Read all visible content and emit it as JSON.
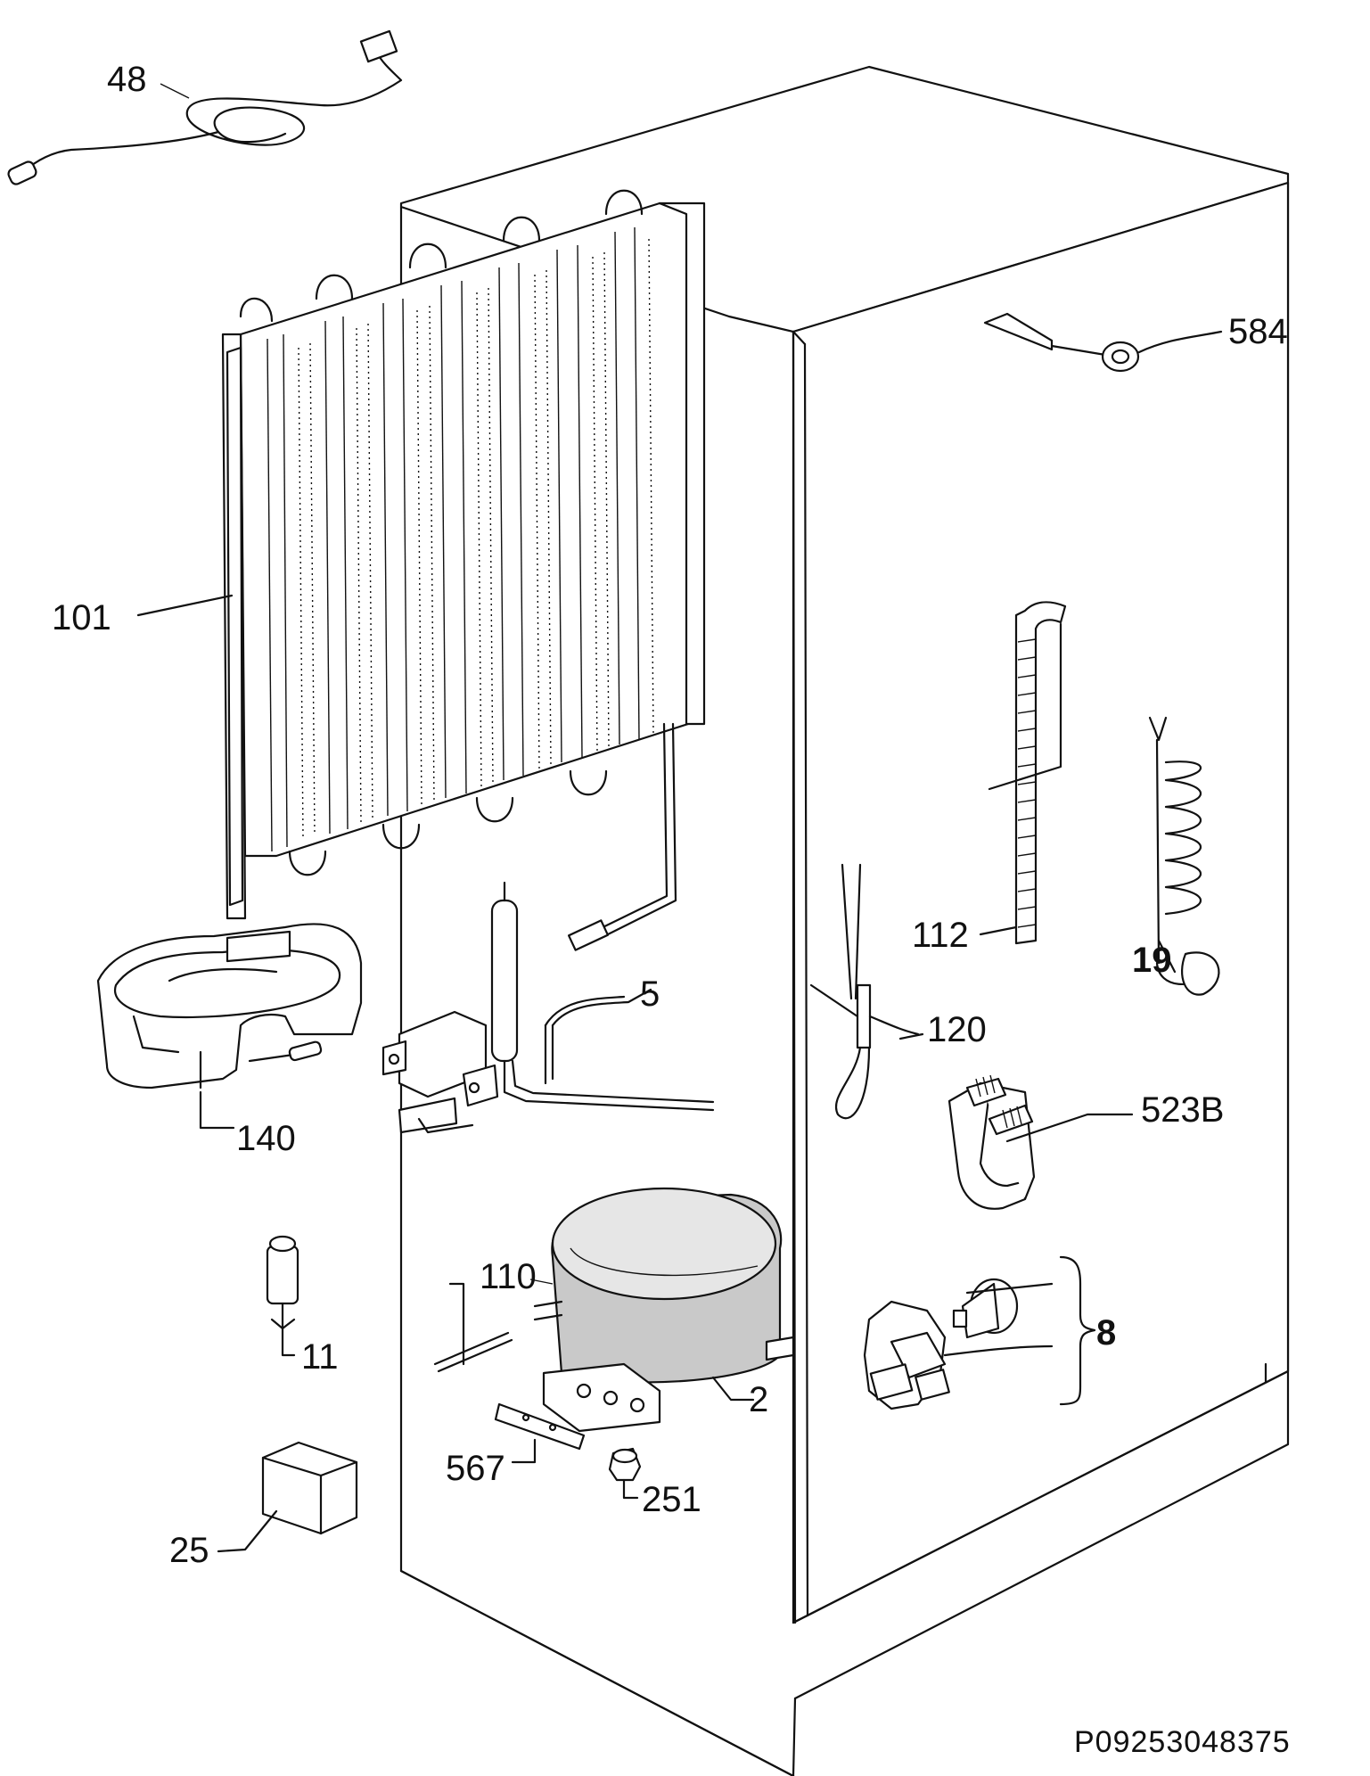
{
  "labels": {
    "p48": "48",
    "p101": "101",
    "p584": "584",
    "p112": "112",
    "p19": "19",
    "p5": "5",
    "p120": "120",
    "p140": "140",
    "p523b": "523B",
    "p110": "110",
    "p8": "8",
    "p11": "11",
    "p2": "2",
    "p567": "567",
    "p251": "251",
    "p25": "25"
  },
  "reference": "P09253048375"
}
